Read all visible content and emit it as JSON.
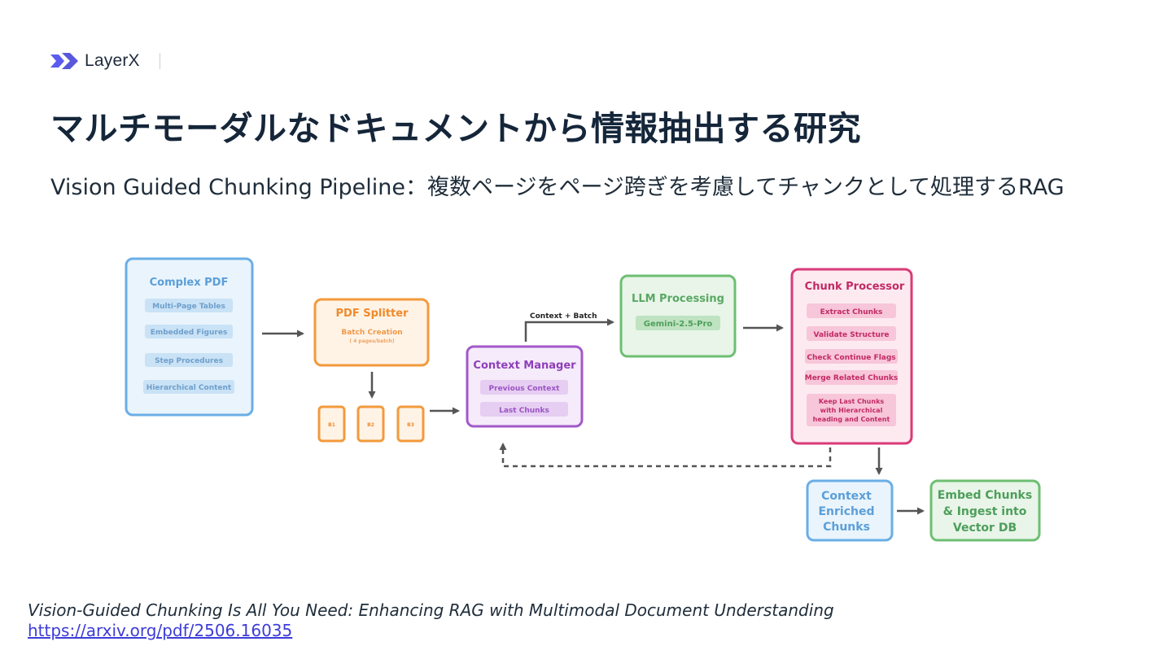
{
  "brand": {
    "name": "LayerX",
    "logo_icon": "layerx-logo-icon"
  },
  "title": "マルチモーダルなドキュメントから情報抽出する研究",
  "subtitle": "Vision Guided Chunking Pipeline：複数ページをページ跨ぎを考慮してチャンクとして処理するRAG",
  "diagram": {
    "complex_pdf": {
      "title": "Complex PDF",
      "items": [
        "Multi-Page Tables",
        "Embedded Figures",
        "Step Procedures",
        "Hierarchical Content"
      ]
    },
    "pdf_splitter": {
      "title": "PDF Splitter",
      "line1": "Batch Creation",
      "line2": "( 4 pages/batch)"
    },
    "batches": [
      "B1",
      "B2",
      "B3"
    ],
    "context_manager": {
      "title": "Context Manager",
      "items": [
        "Previous Context",
        "Last Chunks"
      ]
    },
    "edge_label": "Context + Batch",
    "llm_processing": {
      "title": "LLM Processing",
      "model": "Gemini-2.5-Pro"
    },
    "chunk_processor": {
      "title": "Chunk Processor",
      "items": [
        "Extract Chunks",
        "Validate Structure",
        "Check Continue Flags",
        "Merge Related Chunks"
      ],
      "last_item": [
        "Keep Last  Chunks",
        "with Hierarchical",
        "heading and Content"
      ]
    },
    "context_enriched": [
      "Context",
      "Enriched",
      "Chunks"
    ],
    "embed": [
      "Embed Chunks",
      "& Ingest into",
      "Vector DB"
    ],
    "colors": {
      "blue": "#6aaee6",
      "orange": "#f39a3c",
      "purple": "#a259c9",
      "green": "#6dbf72",
      "pink": "#d93a76",
      "arrow": "#555555"
    }
  },
  "citation": {
    "title": "Vision-Guided Chunking Is All You Need: Enhancing RAG with Multimodal Document Understanding",
    "link": "https://arxiv.org/pdf/2506.16035"
  }
}
